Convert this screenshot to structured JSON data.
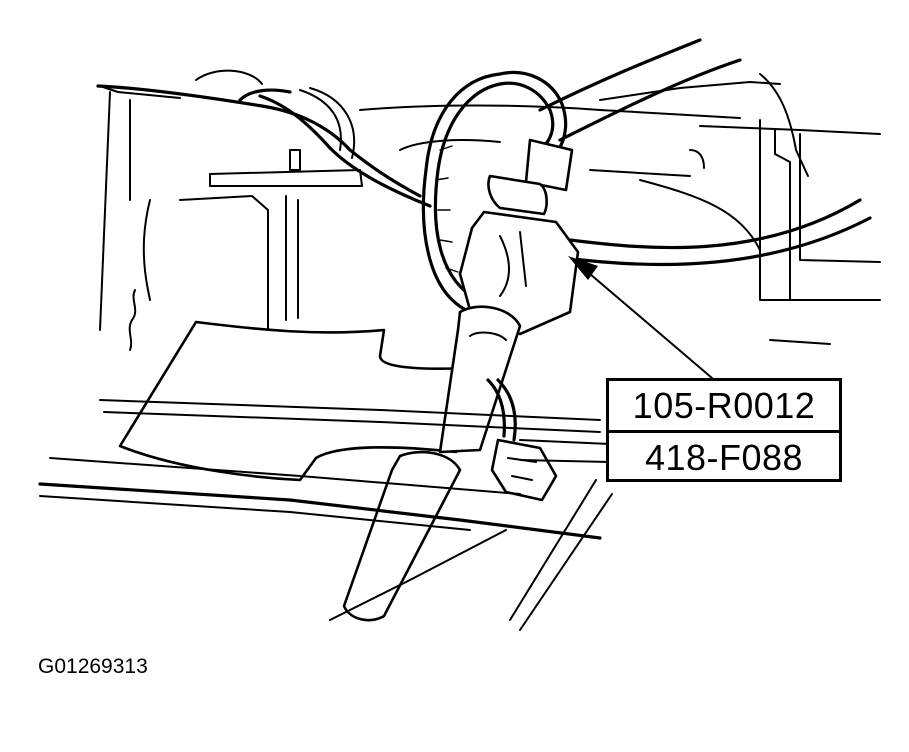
{
  "figure_id": "G01269313",
  "callout": {
    "part_numbers": [
      "105-R0012",
      "418-F088"
    ]
  },
  "icons": {
    "arrow": "pointer-arrow-icon"
  }
}
